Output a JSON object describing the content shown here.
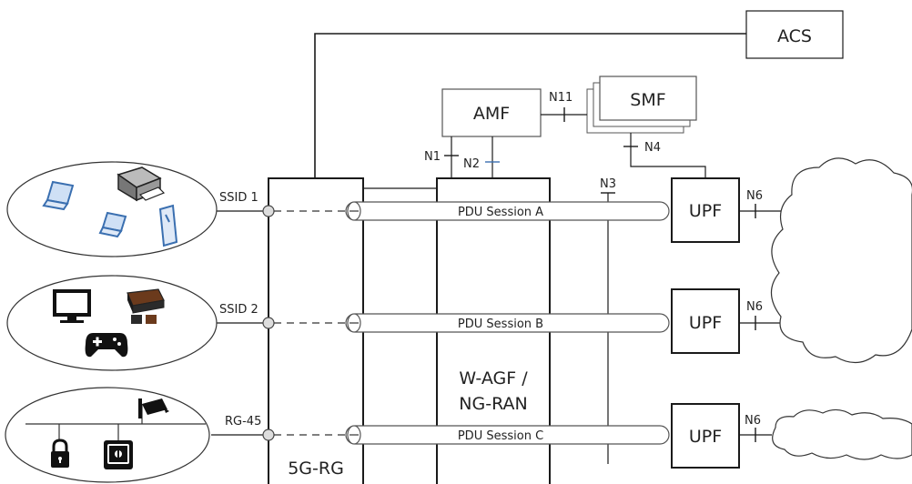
{
  "nodes": {
    "acs": "ACS",
    "amf": "AMF",
    "smf": "SMF",
    "upf_a": "UPF",
    "upf_b": "UPF",
    "upf_c": "UPF",
    "rg": "5G-RG",
    "agf_line1": "W-AGF /",
    "agf_line2": "NG-RAN"
  },
  "interfaces": {
    "n1": "N1",
    "n2": "N2",
    "n3": "N3",
    "n4": "N4",
    "n11": "N11",
    "n6_a": "N6",
    "n6_b": "N6",
    "n6_c": "N6"
  },
  "sessions": {
    "a": "PDU Session A",
    "b": "PDU Session B",
    "c": "PDU Session C"
  },
  "access": {
    "ssid1": "SSID 1",
    "ssid2": "SSID 2",
    "rg45": "RG-45"
  },
  "colors": {
    "device_blue": "#3a6fb0",
    "line": "#1a1a1a",
    "tunnel_fill": "#ffffff",
    "cloud_stroke": "#333333"
  }
}
